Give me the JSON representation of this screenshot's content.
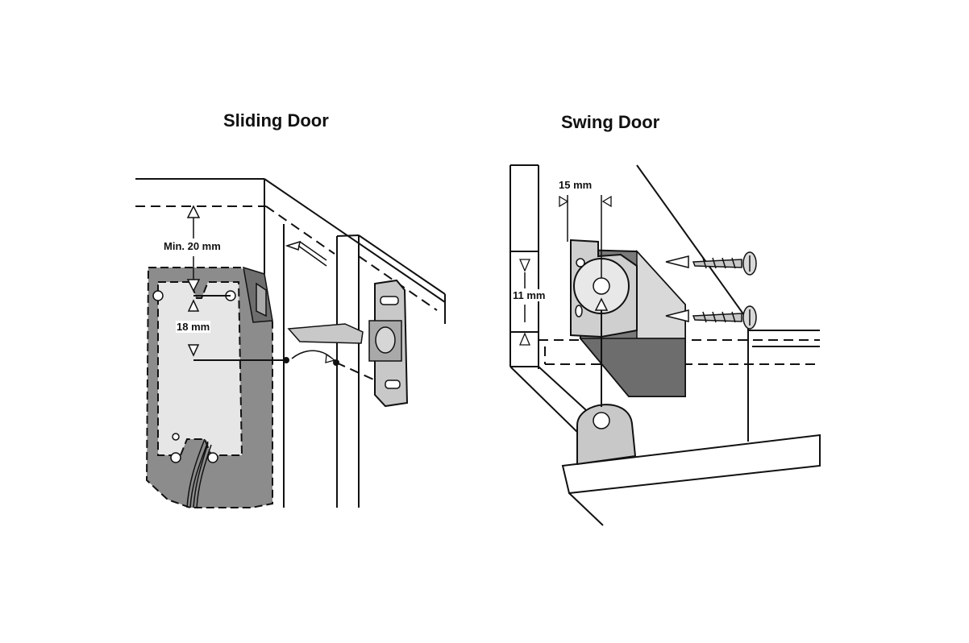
{
  "sliding": {
    "title": "Sliding Door",
    "min_label": "Min. 20 mm",
    "height_label": "18 mm"
  },
  "swing": {
    "title": "Swing Door",
    "width_label": "15 mm",
    "height_label": "11 mm"
  },
  "colors": {
    "panel_dark": "#8c8c8c",
    "panel_light": "#e6e6e6",
    "metal": "#c8c8c8",
    "shadow": "#7a7a7a",
    "line": "#111111"
  }
}
